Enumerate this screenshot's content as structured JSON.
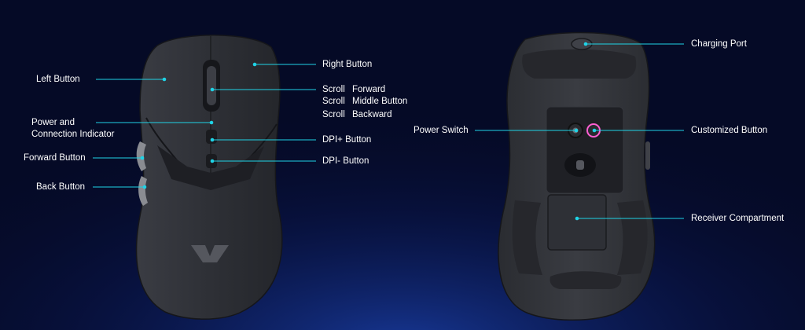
{
  "colors": {
    "background": "#050a26",
    "callout_line": "#1fd3e6",
    "label_text": "#ffffff",
    "mouse_body": "#2b2d33",
    "power_switch_ring": "#ff5fd2"
  },
  "icons": {
    "logo": "brand-v-logo-icon"
  },
  "top_view": {
    "labels": {
      "left_button": "Left Button",
      "power_line1": "Power and",
      "power_line2": "Connection Indicator",
      "forward_button": "Forward Button",
      "back_button": "Back Button",
      "right_button": "Right Button",
      "scroll_1": "Scroll",
      "forward": "Forward",
      "scroll_2": "Scroll",
      "middle_button": "Middle Button",
      "scroll_3": "Scroll",
      "backward": "Backward",
      "dpi_plus": "DPI+ Button",
      "dpi_minus": "DPI- Button"
    }
  },
  "bottom_view": {
    "labels": {
      "charging_port": "Charging Port",
      "power_switch": "Power Switch",
      "customized_button": "Customized Button",
      "receiver_compartment": "Receiver Compartment"
    }
  }
}
